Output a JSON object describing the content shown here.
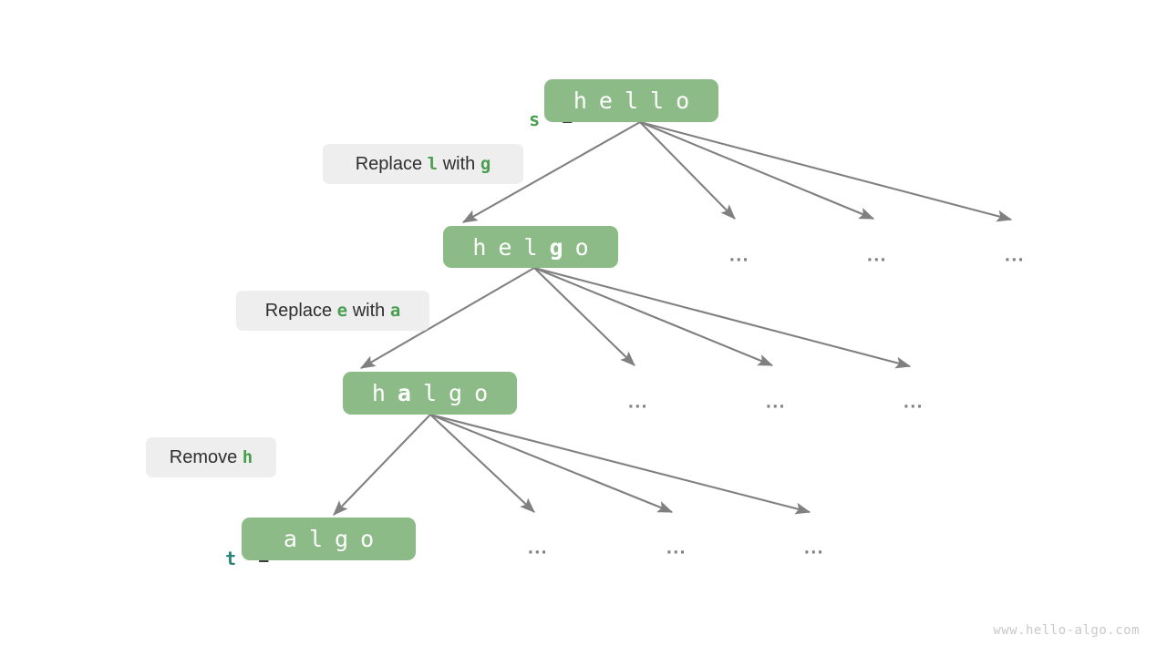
{
  "colors": {
    "node_bg": "#8cbb87",
    "node_text": "#ffffff",
    "chip_bg": "#eeeeee",
    "chip_text": "#2f2f2f",
    "highlight_green": "#4a9e50",
    "var_s_color": "#4a9e50",
    "var_t_color": "#2c8578",
    "arrow": "#808080",
    "ellipsis": "#808080",
    "watermark": "#c9c9c9",
    "background": "#ffffff"
  },
  "variables": [
    {
      "name": "s",
      "equals": "=",
      "color": "#4a9e50"
    },
    {
      "name": "t",
      "equals": "=",
      "color": "#2c8578"
    }
  ],
  "levels": [
    {
      "id": "level-0",
      "string": "hello",
      "chars": [
        {
          "ch": "h",
          "highlight": false
        },
        {
          "ch": "e",
          "highlight": false
        },
        {
          "ch": "l",
          "highlight": false
        },
        {
          "ch": "l",
          "highlight": false
        },
        {
          "ch": "o",
          "highlight": false
        }
      ],
      "variable": "s",
      "ellipsis": [
        "...",
        "...",
        "..."
      ]
    },
    {
      "id": "level-1",
      "string": "helgo",
      "chars": [
        {
          "ch": "h",
          "highlight": false
        },
        {
          "ch": "e",
          "highlight": false
        },
        {
          "ch": "l",
          "highlight": false
        },
        {
          "ch": "g",
          "highlight": true
        },
        {
          "ch": "o",
          "highlight": false
        }
      ],
      "variable": null,
      "ellipsis": [
        "...",
        "...",
        "..."
      ]
    },
    {
      "id": "level-2",
      "string": "halgo",
      "chars": [
        {
          "ch": "h",
          "highlight": false
        },
        {
          "ch": "a",
          "highlight": true
        },
        {
          "ch": "l",
          "highlight": false
        },
        {
          "ch": "g",
          "highlight": false
        },
        {
          "ch": "o",
          "highlight": false
        }
      ],
      "variable": null,
      "ellipsis": [
        "...",
        "...",
        "..."
      ]
    },
    {
      "id": "level-3",
      "string": "algo",
      "chars": [
        {
          "ch": "a",
          "highlight": false
        },
        {
          "ch": "l",
          "highlight": false
        },
        {
          "ch": "g",
          "highlight": false
        },
        {
          "ch": "o",
          "highlight": false
        }
      ],
      "variable": "t",
      "ellipsis": [
        "...",
        "...",
        "..."
      ]
    }
  ],
  "operations": [
    {
      "id": "op-0",
      "full_text": "Replace l with g",
      "verb": "Replace",
      "from_char": "l",
      "middle": "with",
      "to_char": "g"
    },
    {
      "id": "op-1",
      "full_text": "Replace e with a",
      "verb": "Replace",
      "from_char": "e",
      "middle": "with",
      "to_char": "a"
    },
    {
      "id": "op-2",
      "full_text": "Remove h",
      "verb": "Remove",
      "from_char": "h",
      "middle": "",
      "to_char": ""
    }
  ],
  "watermark": "www.hello-algo.com"
}
